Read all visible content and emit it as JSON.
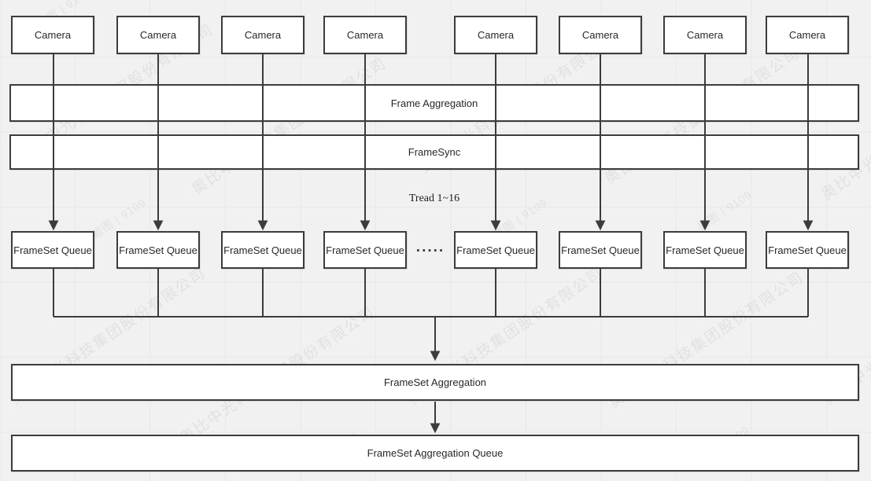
{
  "diagram": {
    "cameras": [
      "Camera",
      "Camera",
      "Camera",
      "Camera",
      "Camera",
      "Camera",
      "Camera",
      "Camera"
    ],
    "frame_aggregation": "Frame Aggregation",
    "frame_sync": "FrameSync",
    "thread_label": "Tread 1~16",
    "queues": [
      "FrameSet Queue",
      "FrameSet Queue",
      "FrameSet Queue",
      "FrameSet Queue",
      "FrameSet Queue",
      "FrameSet Queue",
      "FrameSet Queue",
      "FrameSet Queue"
    ],
    "ellipsis": ".....",
    "frameset_aggregation": "FrameSet Aggregation",
    "frameset_aggregation_queue": "FrameSet Aggregation Queue"
  },
  "watermarks": {
    "company": "奥比中光科技集团股份有限公司",
    "user_id": "截图 | 9109"
  },
  "colors": {
    "background": "#f1f1f2",
    "grid_line": "#e8e8ea",
    "node_fill": "#ffffff",
    "node_border": "#3c3c3e",
    "connector": "#3c3c3e",
    "text": "#28282c"
  }
}
